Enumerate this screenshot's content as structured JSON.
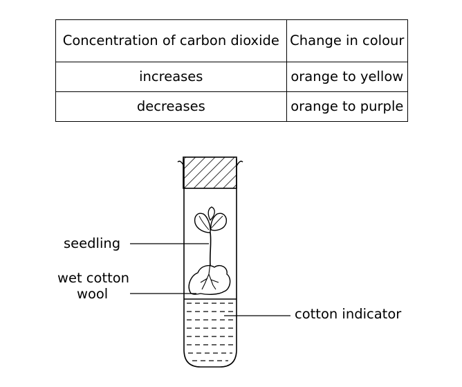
{
  "table": {
    "header": [
      "Concentration of carbon dioxide",
      "Change in colour"
    ],
    "rows": [
      [
        "increases",
        "orange to yellow"
      ],
      [
        "decreases",
        "orange to purple"
      ]
    ]
  },
  "labels": {
    "seedling": "seedling",
    "wet_cotton_wool_line1": "wet cotton",
    "wet_cotton_wool_line2": "wool",
    "cotton_indicator": "cotton indicator"
  }
}
